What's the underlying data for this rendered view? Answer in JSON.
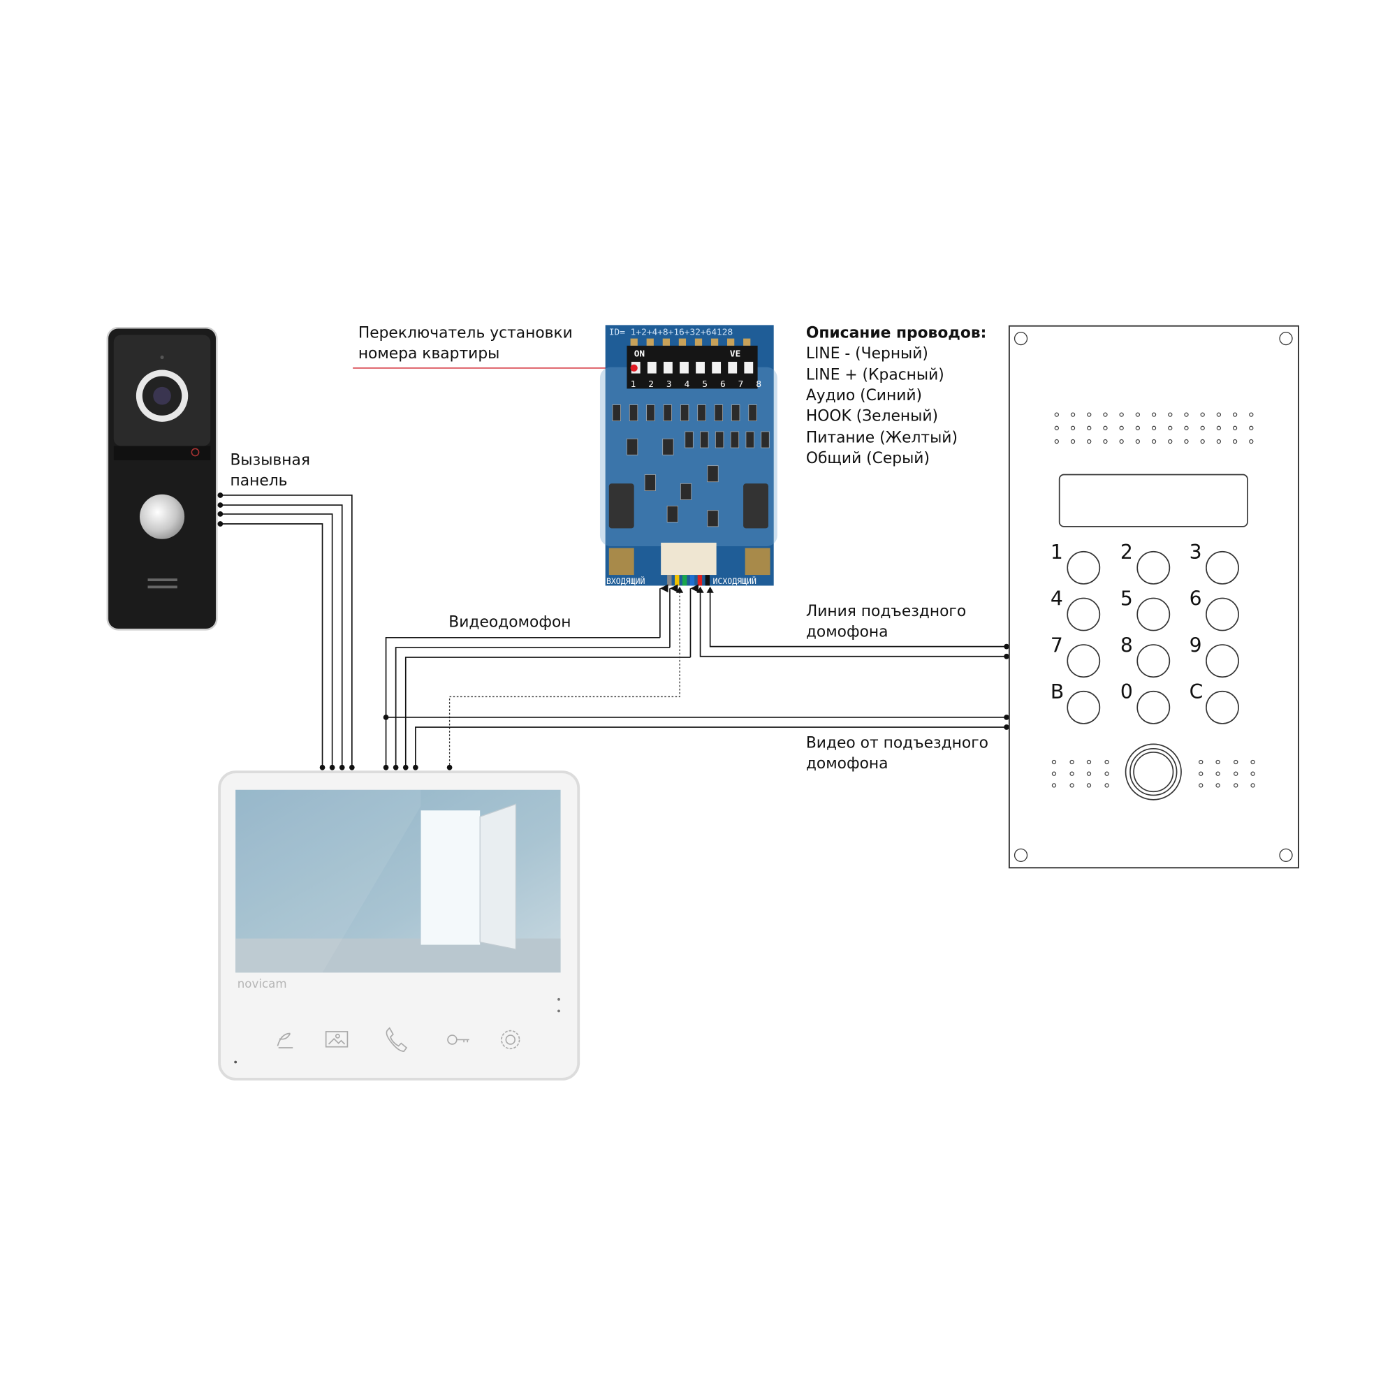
{
  "labels": {
    "door_panel": [
      "Вызывная",
      "панель"
    ],
    "switch": [
      "Переключатель установки",
      "номера квартиры"
    ],
    "videophone": "Видеодомофон",
    "entrance_line": [
      "Линия подъездного",
      "домофона"
    ],
    "entrance_video": [
      "Видео от подъездного",
      "домофона"
    ]
  },
  "legend": {
    "title": "Описание проводов:",
    "items": [
      "LINE - (Черный)",
      "LINE + (Красный)",
      "Аудио (Синий)",
      "HOOK (Зеленый)",
      "Питание (Желтый)",
      "Общий (Серый)"
    ]
  },
  "pcb": {
    "id_row": "ID= 1+2+4+8+16+32+64128",
    "on": "ON",
    "ve": "VE",
    "switch_numbers": "1 2 3 4 5 6 7 8",
    "in_label": "ВХОДЯЩИЙ",
    "out_label": "ИСХОДЯЩИЙ",
    "wire_colors": [
      "#888888",
      "#f2c200",
      "#1aa64b",
      "#1f6fd1",
      "#e02020",
      "#111111"
    ]
  },
  "monitor": {
    "brand": "novicam",
    "icons": [
      "intercom-icon",
      "gallery-icon",
      "phone-icon",
      "key-icon",
      "settings-icon"
    ]
  },
  "keypad": {
    "keys": [
      "1",
      "2",
      "3",
      "4",
      "5",
      "6",
      "7",
      "8",
      "9",
      "B",
      "0",
      "C"
    ]
  }
}
